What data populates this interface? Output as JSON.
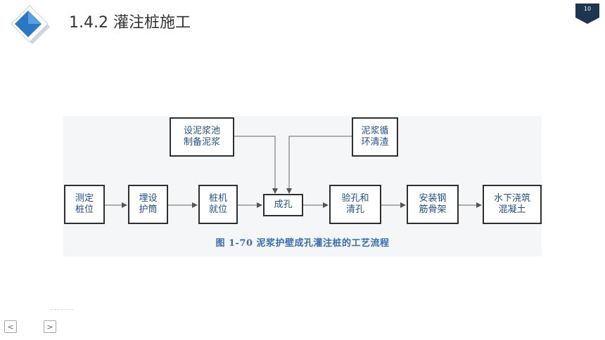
{
  "slide": {
    "title": "1.4.2  灌注桩施工",
    "page_number": "10"
  },
  "figure": {
    "boxes": {
      "slurry_prep": "设泥浆池\n制备泥浆",
      "slurry_circ": "泥浆循\n环清渣",
      "survey": "测定\n桩位",
      "casing": "埋设\n护筒",
      "rig": "桩机\n就位",
      "drill": "成孔",
      "inspect": "验孔和\n清孔",
      "cage": "安装钢\n筋骨架",
      "concrete": "水下浇筑\n混凝土"
    },
    "caption": "图 1-70    泥浆护壁成孔灌注桩的工艺流程"
  },
  "nav": {
    "prev": "<",
    "next": ">"
  },
  "colors": {
    "box_text": "#1f4f92",
    "caption": "#3a6db5",
    "badge": "#1e3552",
    "logo_blue": "#2a78c4"
  }
}
